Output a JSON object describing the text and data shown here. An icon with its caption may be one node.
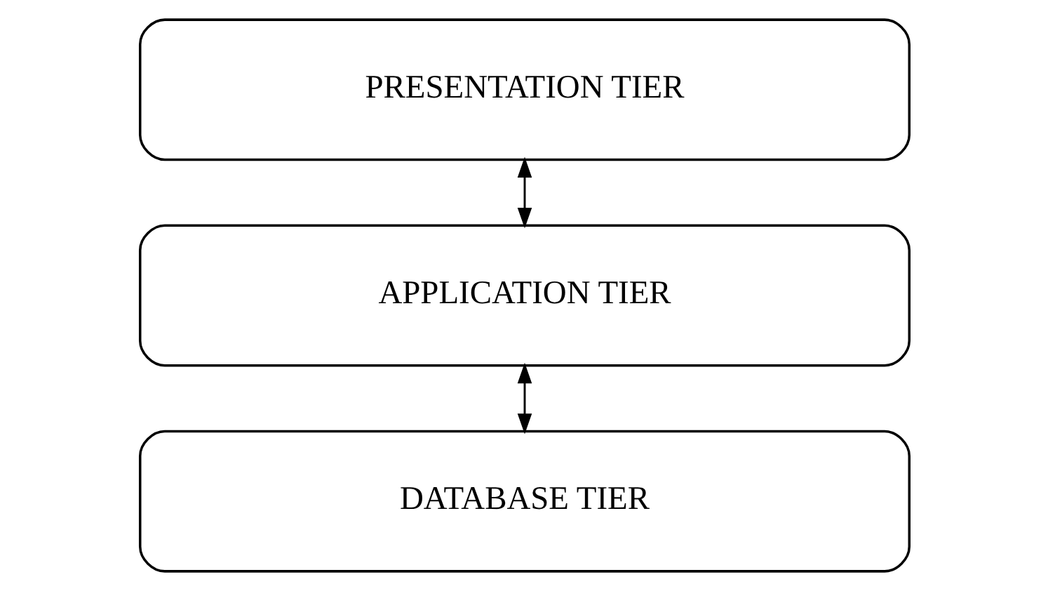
{
  "diagram": {
    "nodes": [
      {
        "text": [
          "PRESENTATION TIER"
        ]
      },
      {
        "text": [
          "APPLICATION TIER"
        ]
      },
      {
        "text": [
          "DATABASE TIER"
        ]
      }
    ],
    "edges": [
      {
        "from": 0,
        "to": 1,
        "arrow": "both"
      },
      {
        "from": 1,
        "to": 2,
        "arrow": "both"
      }
    ]
  }
}
